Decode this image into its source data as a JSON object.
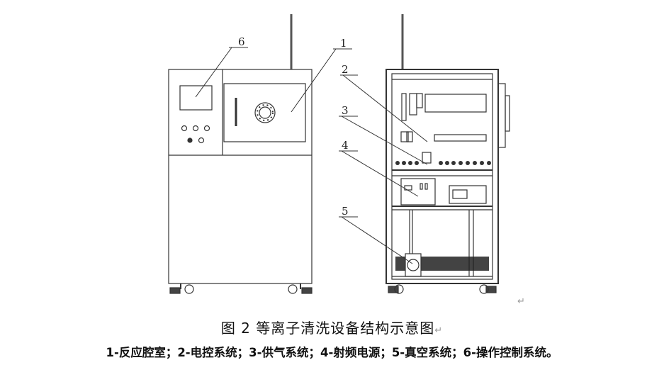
{
  "figure": {
    "caption": "图 2 等离子清洗设备结构示意图",
    "legend": "1-反应腔室；2-电控系统；3-供气系统；4-射频电源；5-真空系统；6-操作控制系统。",
    "return_mark": "↵",
    "labels": [
      "1",
      "2",
      "3",
      "4",
      "5",
      "6"
    ]
  }
}
